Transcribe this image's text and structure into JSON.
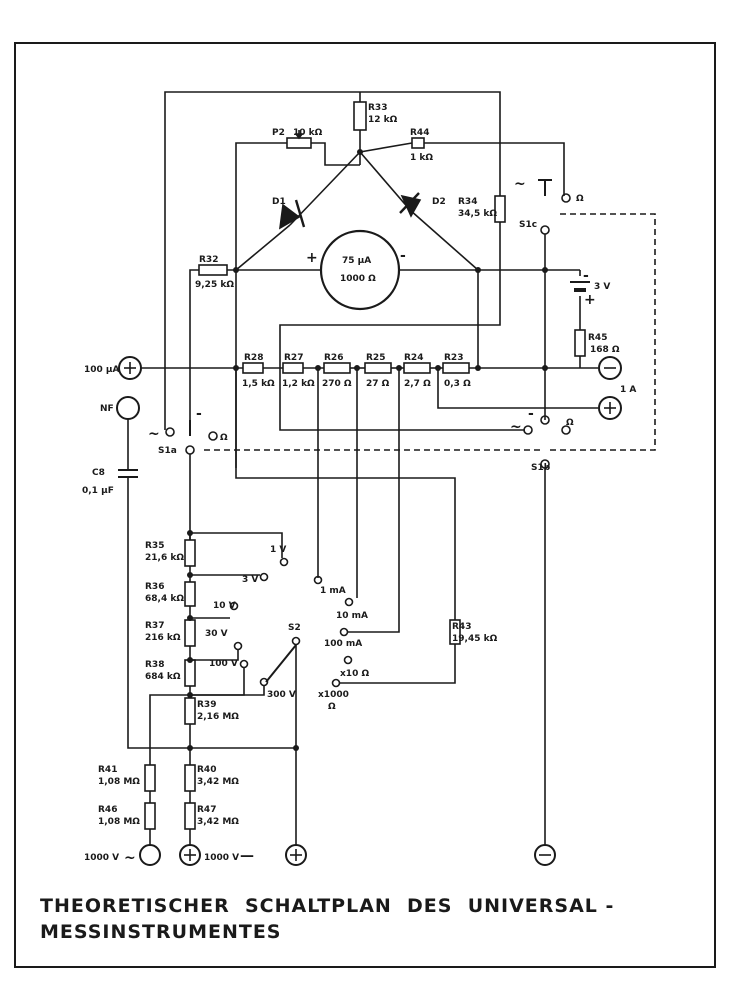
{
  "caption": {
    "line1": "THEORETISCHER  SCHALTPLAN  DES  UNIVERSAL -",
    "line2": "MESSINSTRUMENTES"
  },
  "components": {
    "r33": {
      "name": "R33",
      "value": "12 kΩ"
    },
    "p2": {
      "name": "P2",
      "value": "10 kΩ"
    },
    "r44": {
      "name": "R44",
      "value": "1 kΩ"
    },
    "r34": {
      "name": "R34",
      "value": "34,5 kΩ"
    },
    "d1": {
      "name": "D1"
    },
    "d2": {
      "name": "D2"
    },
    "meter": {
      "current": "75 µA",
      "resistance": "1000 Ω"
    },
    "r32": {
      "name": "R32",
      "value": "9,25 kΩ"
    },
    "battery": {
      "value": "3 V"
    },
    "r45": {
      "name": "R45",
      "value": "168 Ω"
    },
    "r28": {
      "name": "R28",
      "value": "1,5 kΩ"
    },
    "r27": {
      "name": "R27",
      "value": "1,2 kΩ"
    },
    "r26": {
      "name": "R26",
      "value": "270 Ω"
    },
    "r25": {
      "name": "R25",
      "value": "27 Ω"
    },
    "r24": {
      "name": "R24",
      "value": "2,7 Ω"
    },
    "r23": {
      "name": "R23",
      "value": "0,3 Ω"
    },
    "c8": {
      "name": "C8",
      "value": "0,1 µF"
    },
    "r35": {
      "name": "R35",
      "value": "21,6 kΩ"
    },
    "r36": {
      "name": "R36",
      "value": "68,4 kΩ"
    },
    "r37": {
      "name": "R37",
      "value": "216 kΩ"
    },
    "r38": {
      "name": "R38",
      "value": "684 kΩ"
    },
    "r39": {
      "name": "R39",
      "value": "2,16 MΩ"
    },
    "r40": {
      "name": "R40",
      "value": "3,42 MΩ"
    },
    "r47": {
      "name": "R47",
      "value": "3,42 MΩ"
    },
    "r41": {
      "name": "R41",
      "value": "1,08 MΩ"
    },
    "r46": {
      "name": "R46",
      "value": "1,08 MΩ"
    },
    "r43": {
      "name": "R43",
      "value": "19,45 kΩ"
    }
  },
  "switches": {
    "s1a": "S1a",
    "s1b": "S1b",
    "s1c": "S1c",
    "s2": "S2"
  },
  "terminals": {
    "t100ua": "100 µA",
    "nf": "NF",
    "t1a": "1 A",
    "t1000vac": "1000 V",
    "t1000vdc": "1000 V"
  },
  "ranges": {
    "v1": "1 V",
    "v3": "3 V",
    "v10": "10 V",
    "v30": "30 V",
    "v100": "100 V",
    "v300": "300 V",
    "ma1": "1 mA",
    "ma10": "10 mA",
    "ma100": "100 mA",
    "x10": "x10 Ω",
    "x1000a": "x1000",
    "x1000b": "Ω"
  },
  "marks": {
    "ohm": "Ω",
    "tilde": "~",
    "minus": "—",
    "plus": "+",
    "dash": "-"
  }
}
